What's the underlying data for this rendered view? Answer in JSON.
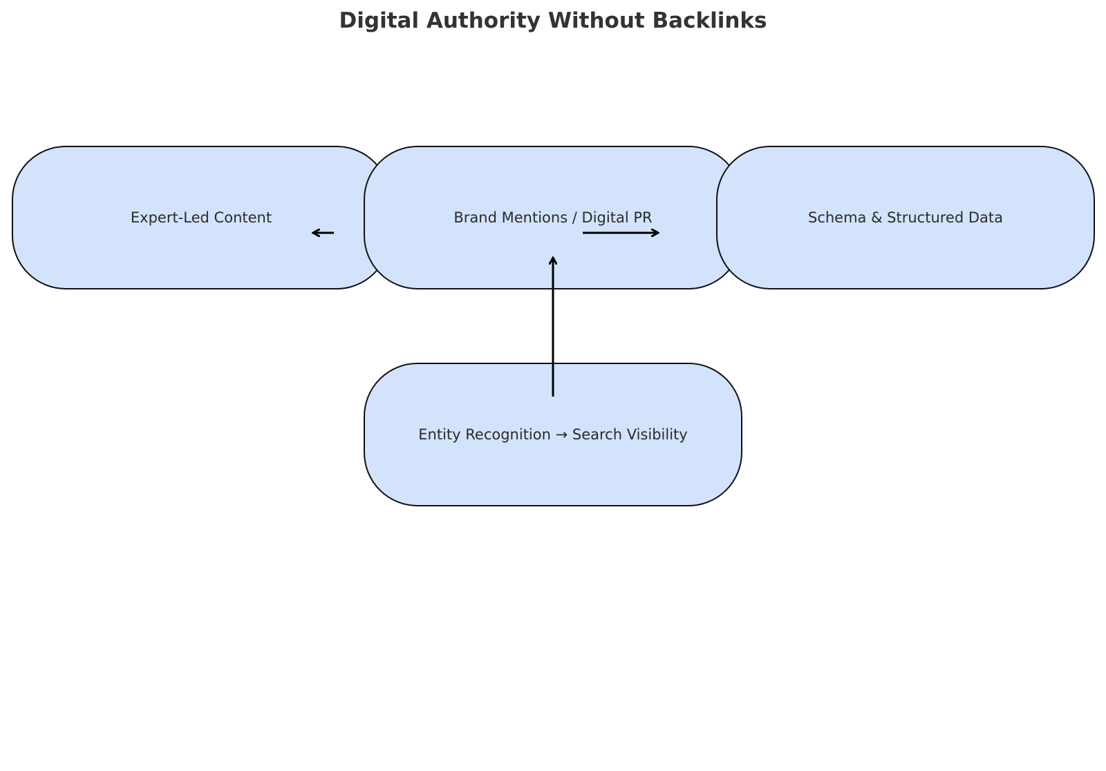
{
  "title": "Digital Authority Without Backlinks",
  "nodes": {
    "expert": "Expert-Led Content",
    "brand": "Brand Mentions / Digital PR",
    "schema": "Schema & Structured Data",
    "entity": "Entity Recognition → Search Visibility"
  },
  "colors": {
    "node_fill": "#d3e3fb",
    "node_stroke": "#111111",
    "arrow": "#000000",
    "title": "#333333",
    "label": "#2b2b2b"
  }
}
